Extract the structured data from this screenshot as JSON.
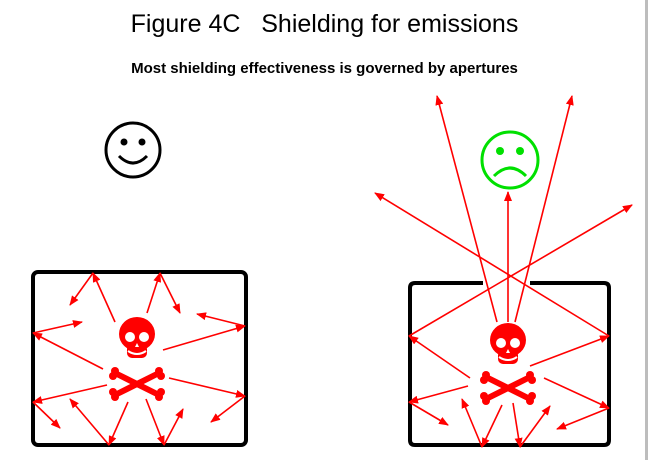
{
  "title": "Figure 4C   Shielding for emissions",
  "subtitle": "Most shielding effectiveness is governed by apertures",
  "colors": {
    "emission": "#ff0000",
    "happy": "#000000",
    "sad": "#00e000",
    "enclosure": "#000000"
  },
  "panels": [
    {
      "name": "sealed-enclosure",
      "observer": "happy-face-icon"
    },
    {
      "name": "enclosure-with-aperture",
      "observer": "sad-face-icon"
    }
  ]
}
